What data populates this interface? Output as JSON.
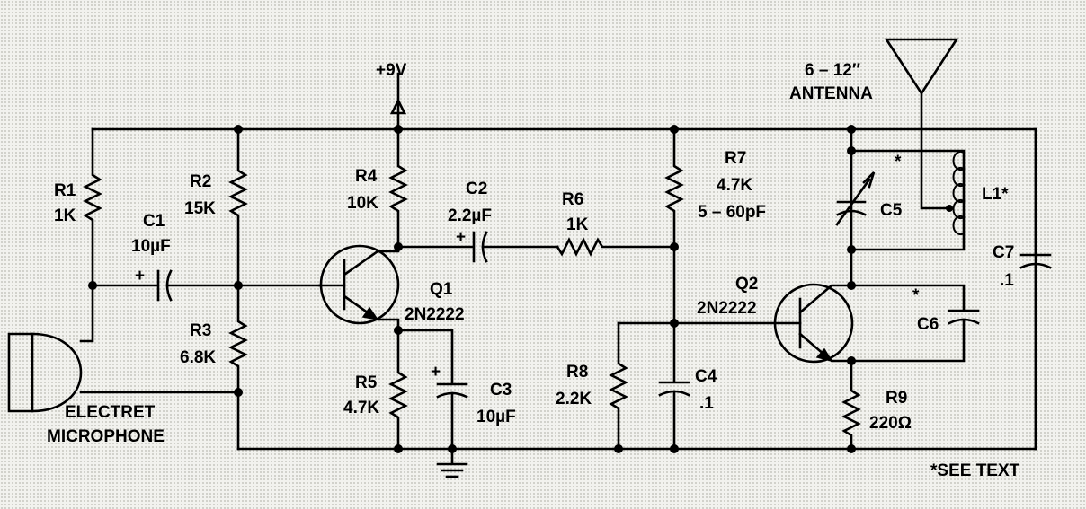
{
  "supply": "+9V",
  "antenna": {
    "line1": "6 – 12″",
    "line2": "ANTENNA"
  },
  "microphone": {
    "line1": "ELECTRET",
    "line2": "MICROPHONE"
  },
  "note": "*SEE TEXT",
  "components": {
    "R1": {
      "ref": "R1",
      "value": "1K"
    },
    "R2": {
      "ref": "R2",
      "value": "15K"
    },
    "R3": {
      "ref": "R3",
      "value": "6.8K"
    },
    "R4": {
      "ref": "R4",
      "value": "10K"
    },
    "R5": {
      "ref": "R5",
      "value": "4.7K"
    },
    "R6": {
      "ref": "R6",
      "value": "1K"
    },
    "R7": {
      "ref": "R7",
      "value": "4.7K"
    },
    "R8": {
      "ref": "R8",
      "value": "2.2K"
    },
    "R9": {
      "ref": "R9",
      "value": "220Ω"
    },
    "C1": {
      "ref": "C1",
      "value": "10µF"
    },
    "C2": {
      "ref": "C2",
      "value": "2.2µF"
    },
    "C3": {
      "ref": "C3",
      "value": "10µF"
    },
    "C4": {
      "ref": "C4",
      "value": ".1"
    },
    "C5": {
      "ref": "C5",
      "value": "5 – 60pF"
    },
    "C6": {
      "ref": "C6"
    },
    "C7": {
      "ref": "C7",
      "value": ".1"
    },
    "L1": {
      "ref": "L1*"
    },
    "Q1": {
      "ref": "Q1",
      "part": "2N2222"
    },
    "Q2": {
      "ref": "Q2",
      "part": "2N2222"
    }
  },
  "marks": {
    "plus": "+",
    "asterisk": "*"
  }
}
